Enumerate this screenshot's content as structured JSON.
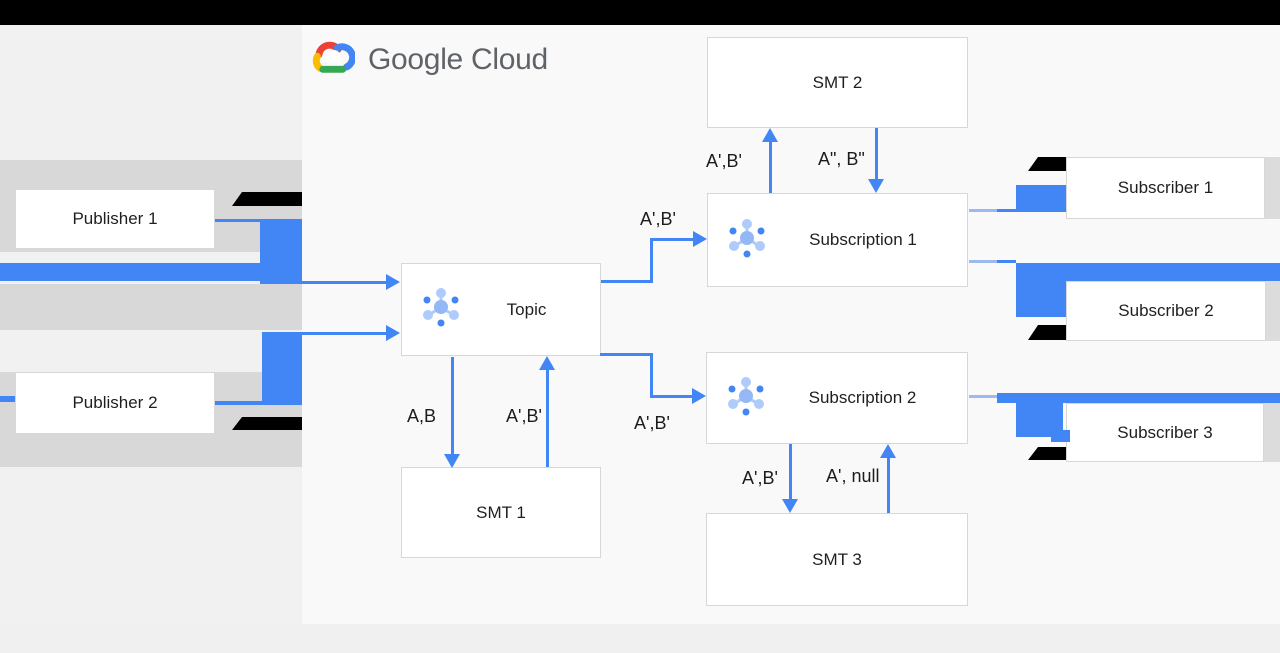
{
  "header": {
    "logo_text": "Google Cloud"
  },
  "nodes": {
    "publisher1": {
      "label": "Publisher 1"
    },
    "publisher2": {
      "label": "Publisher 2"
    },
    "topic": {
      "label": "Topic"
    },
    "smt1": {
      "label": "SMT 1"
    },
    "smt2": {
      "label": "SMT 2"
    },
    "smt3": {
      "label": "SMT 3"
    },
    "subscription1": {
      "label": "Subscription 1"
    },
    "subscription2": {
      "label": "Subscription 2"
    },
    "subscriber1": {
      "label": "Subscriber 1"
    },
    "subscriber2": {
      "label": "Subscriber 2"
    },
    "subscriber3": {
      "label": "Subscriber 3"
    }
  },
  "edges": {
    "topic_to_subscription1": "A',B'",
    "subscription1_to_smt2": "A',B'",
    "smt2_to_subscription1": "A\", B\"",
    "topic_to_smt1": "A,B",
    "smt1_to_topic": "A',B'",
    "topic_to_subscription2": "A',B'",
    "subscription2_to_smt3": "A',B'",
    "smt3_to_subscription2": "A', null"
  },
  "colors": {
    "arrow_blue": "#4285f4",
    "band_gray": "#d8d8d8",
    "black_bar": "#000000",
    "logo_text_gray": "#5f6368",
    "logo_red": "#ea4335",
    "logo_blue": "#4285f4",
    "logo_yellow": "#fbbc04",
    "logo_green": "#34a853",
    "pubsub_icon_light": "#aecbfa",
    "pubsub_icon_dark": "#4285f4"
  }
}
